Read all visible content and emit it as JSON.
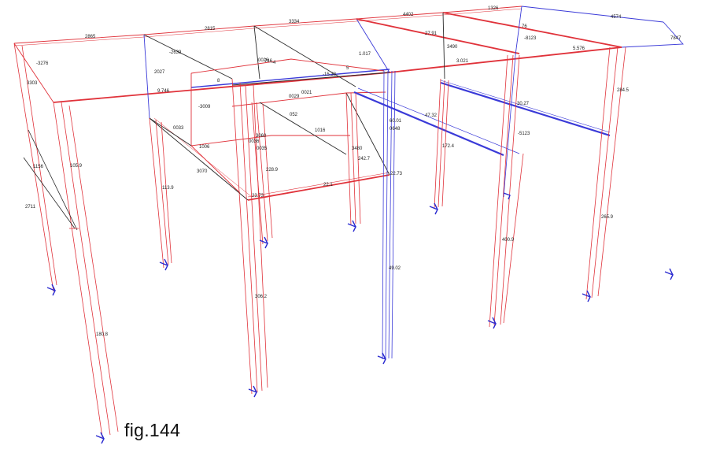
{
  "caption": "fig.144",
  "colors": {
    "tension": "#e0323a",
    "compression": "#3a3ad8",
    "frame": "#2a2a2a",
    "support": "#2a2ad0"
  },
  "labels": {
    "top_beams": [
      "2865",
      "2815",
      "3334",
      "4402",
      "1326",
      "4574",
      "7847"
    ],
    "roof_front": [
      "27.91",
      "5.576",
      "9.746",
      "3.021",
      "-15.38",
      "5"
    ],
    "roof_misc": [
      "-3276",
      "3303",
      "-2639",
      "2027",
      "0026",
      "0029",
      "1.017",
      "3490",
      "-8123",
      "-5123",
      "76",
      "8",
      "-4",
      "746"
    ],
    "inner_frame": [
      "-3009",
      "0021",
      "052",
      "1016",
      "1006",
      "3070",
      "0036",
      "0035",
      "3480",
      "0033",
      "3060"
    ],
    "diagonals": [
      "1156",
      "2711"
    ],
    "beams_mid": [
      "47.32",
      "60.01",
      "0648",
      "22.73",
      "23.73",
      "22.1",
      "30.27"
    ],
    "columns": [
      "105.9",
      "113.9",
      "228.9",
      "242.7",
      "172.4",
      "284.5",
      "265.9",
      "400.9",
      "49.02",
      "306.2",
      "180.8"
    ]
  }
}
